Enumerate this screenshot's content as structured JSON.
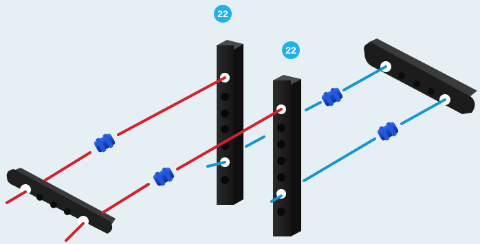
{
  "badges": [
    {
      "text": "22"
    },
    {
      "text": "22"
    }
  ],
  "colors": {
    "background": "#e6eff3",
    "badge": "#1fb2e6",
    "red_axle": "#d41f2c",
    "blue_axle": "#1596d2",
    "beam": "#1e1e1e",
    "bushing": "#1446c8"
  },
  "parts": {
    "beams": [
      "beam-7-hole",
      "beam-7-hole",
      "beam-5-hole",
      "beam-5-hole"
    ],
    "red_axles": 2,
    "blue_axles": 2,
    "bushings": 4
  }
}
